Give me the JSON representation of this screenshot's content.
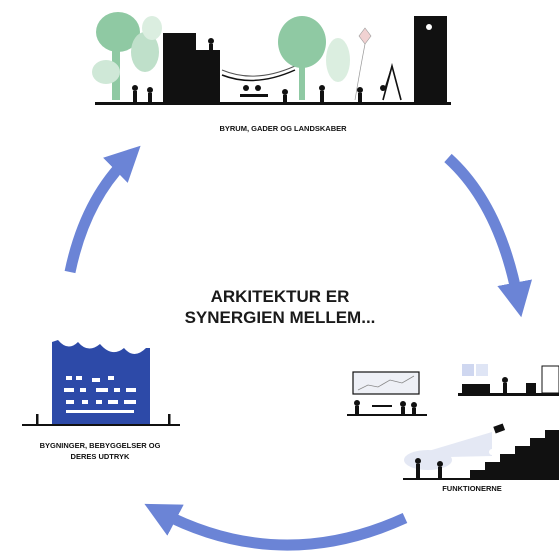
{
  "center_title": {
    "line1": "ARKITEKTUR ER",
    "line2": "SYNERGIEN MELLEM..."
  },
  "nodes": {
    "top": {
      "label": "BYRUM, GADER OG LANDSKABER",
      "icon": "urban-landscape-illustration"
    },
    "right": {
      "label": "FUNKTIONERNE",
      "icon": "functions-illustration"
    },
    "left": {
      "label_line1": "BYGNINGER, BEBYGGELSER OG",
      "label_line2": "DERES UDTRYK",
      "icon": "building-illustration"
    }
  },
  "colors": {
    "arrow": "#6b84d6",
    "building": "#2d4aa8",
    "tree": "#8fc9a3",
    "black": "#111111",
    "screen": "#eef0f6"
  }
}
